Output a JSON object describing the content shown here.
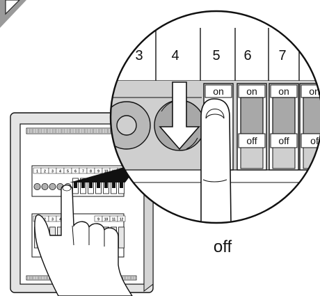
{
  "zoom_callout": {
    "slot_numbers": [
      "3",
      "4",
      "5",
      "6",
      "7"
    ],
    "switch_on_labels": [
      "on",
      "on",
      "on",
      "on"
    ],
    "switch_off_labels": [
      "off",
      "off",
      "off"
    ],
    "partial_off_label": "of"
  },
  "panel": {
    "top_row_numbers": [
      "1",
      "2",
      "3",
      "4",
      "5",
      "6",
      "7",
      "8",
      "9",
      "10",
      "11",
      "12"
    ],
    "bottom_row_numbers": [
      "1",
      "2",
      "3",
      "4",
      "9",
      "10",
      "11",
      "12"
    ]
  },
  "caption": "off",
  "colors": {
    "line": "#111111",
    "gray_fill": "#cfcfcf",
    "light_gray": "#e6e6e6",
    "dark_gray": "#a8a8a8"
  },
  "icons": [
    "warning-triangle-icon",
    "down-arrow-icon",
    "pointing-finger-icon",
    "pointing-hand-icon"
  ]
}
